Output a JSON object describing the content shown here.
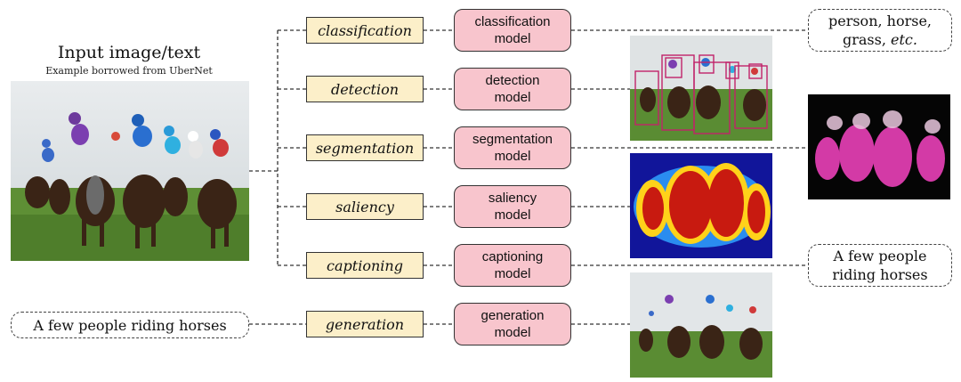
{
  "input": {
    "title": "Input image/text",
    "subtitle": "Example borrowed from UberNet",
    "text_prompt": "A few people riding horses"
  },
  "tasks": [
    {
      "label": "classification",
      "model_line1": "classification",
      "model_line2": "model"
    },
    {
      "label": "detection",
      "model_line1": "detection",
      "model_line2": "model"
    },
    {
      "label": "segmentation",
      "model_line1": "segmentation",
      "model_line2": "model"
    },
    {
      "label": "saliency",
      "model_line1": "saliency",
      "model_line2": "model"
    },
    {
      "label": "captioning",
      "model_line1": "captioning",
      "model_line2": "model"
    },
    {
      "label": "generation",
      "model_line1": "generation",
      "model_line2": "model"
    }
  ],
  "outputs": {
    "classification": {
      "line1": "person, horse,",
      "line2_prefix": "grass, ",
      "line2_italic": "etc."
    },
    "captioning": {
      "line1": "A few people",
      "line2": "riding horses"
    }
  },
  "colors": {
    "task_fill": "#fcefc9",
    "model_fill": "#f8c5cd",
    "box_border": "#333333",
    "connector": "#333333"
  }
}
